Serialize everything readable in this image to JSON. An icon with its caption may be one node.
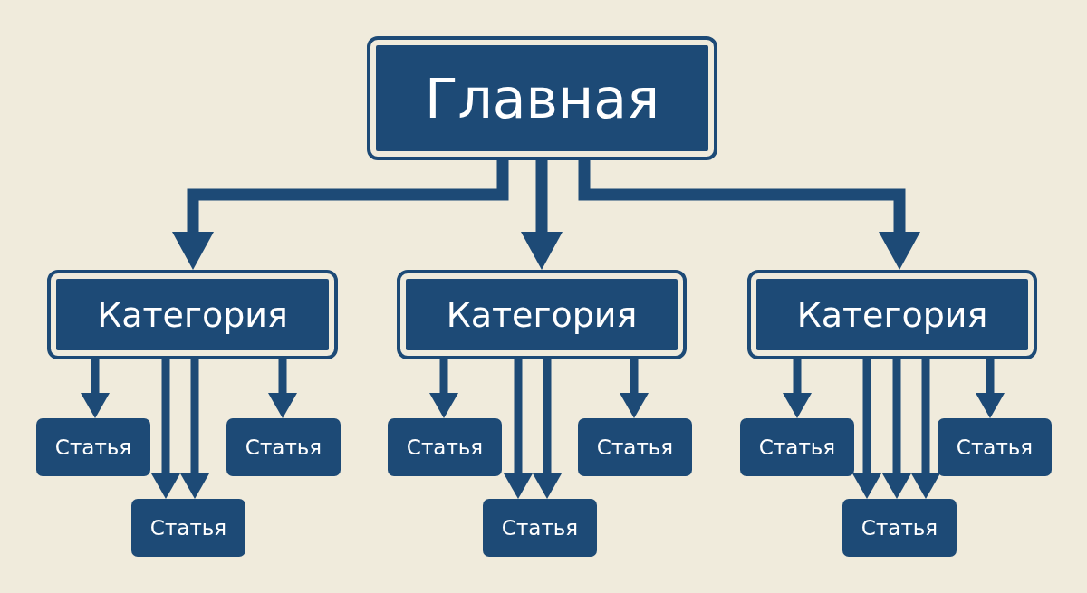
{
  "diagram": {
    "nodes": [
      {
        "text": [
          "Главная"
        ]
      },
      {
        "text": [
          "Категория"
        ]
      },
      {
        "text": [
          "Категория"
        ]
      },
      {
        "text": [
          "Категория"
        ]
      },
      {
        "text": [
          "Статья"
        ]
      },
      {
        "text": [
          "Статья"
        ]
      },
      {
        "text": [
          "Статья"
        ]
      },
      {
        "text": [
          "Статья"
        ]
      },
      {
        "text": [
          "Статья"
        ]
      },
      {
        "text": [
          "Статья"
        ]
      },
      {
        "text": [
          "Статья"
        ]
      },
      {
        "text": [
          "Статья"
        ]
      },
      {
        "text": [
          "Статья"
        ]
      }
    ],
    "edges": [
      {
        "from": 0,
        "to": 1,
        "arrow": "to"
      },
      {
        "from": 0,
        "to": 2,
        "arrow": "to"
      },
      {
        "from": 0,
        "to": 3,
        "arrow": "to"
      },
      {
        "from": 1,
        "to": 4,
        "arrow": "to"
      },
      {
        "from": 1,
        "to": 5,
        "arrow": "to"
      },
      {
        "from": 1,
        "to": 6,
        "arrow": "to"
      },
      {
        "from": 1,
        "to": 6,
        "arrow": "to"
      },
      {
        "from": 2,
        "to": 7,
        "arrow": "to"
      },
      {
        "from": 2,
        "to": 8,
        "arrow": "to"
      },
      {
        "from": 2,
        "to": 9,
        "arrow": "to"
      },
      {
        "from": 2,
        "to": 9,
        "arrow": "to"
      },
      {
        "from": 3,
        "to": 10,
        "arrow": "to"
      },
      {
        "from": 3,
        "to": 11,
        "arrow": "to"
      },
      {
        "from": 3,
        "to": 12,
        "arrow": "to"
      },
      {
        "from": 3,
        "to": 12,
        "arrow": "to"
      },
      {
        "from": 3,
        "to": 12,
        "arrow": "to"
      }
    ]
  }
}
